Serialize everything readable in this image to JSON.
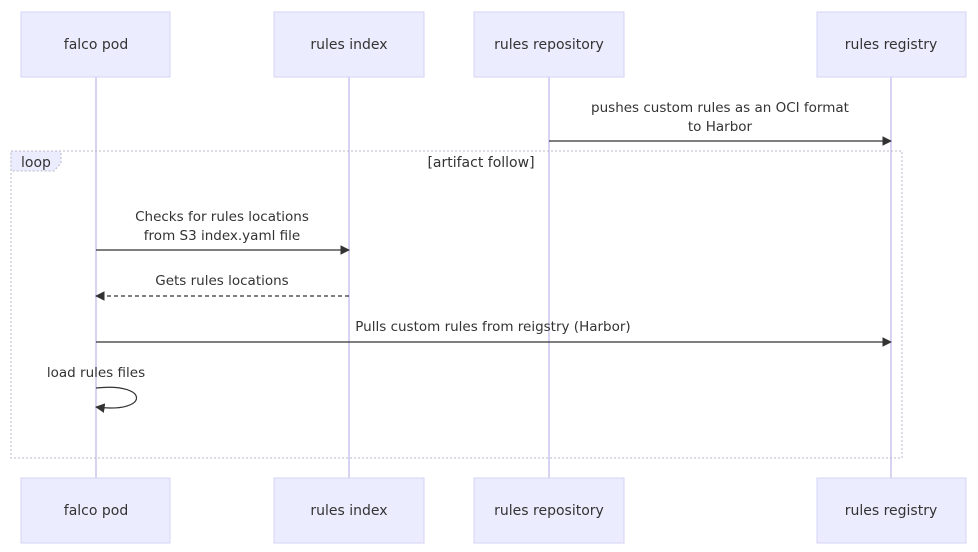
{
  "participants": [
    {
      "id": "falco",
      "label": "falco pod"
    },
    {
      "id": "index",
      "label": "rules index"
    },
    {
      "id": "repo",
      "label": "rules repository"
    },
    {
      "id": "registry",
      "label": "rules registry"
    }
  ],
  "messages": [
    {
      "from": "repo",
      "to": "registry",
      "lines": [
        "pushes custom rules as an OCI format",
        "to Harbor"
      ],
      "style": "solid"
    },
    {
      "from": "falco",
      "to": "index",
      "lines": [
        "Checks for rules locations",
        "from S3 index.yaml file"
      ],
      "style": "solid"
    },
    {
      "from": "index",
      "to": "falco",
      "lines": [
        "Gets rules locations"
      ],
      "style": "dashed"
    },
    {
      "from": "falco",
      "to": "registry",
      "lines": [
        "Pulls custom rules from reigstry (Harbor)"
      ],
      "style": "solid"
    },
    {
      "from": "falco",
      "to": "falco",
      "lines": [
        "load rules files"
      ],
      "style": "self"
    }
  ],
  "loop": {
    "label": "loop",
    "title": "[artifact follow]"
  }
}
